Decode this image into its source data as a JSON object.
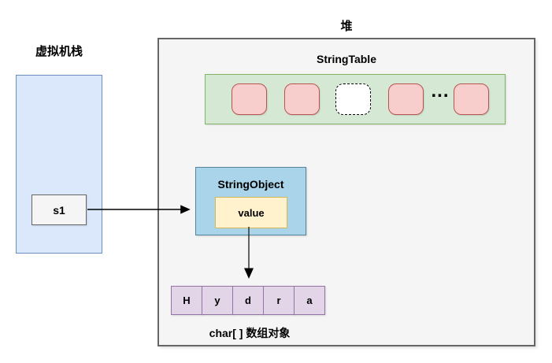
{
  "diagram": {
    "stack": {
      "title": "虚拟机栈",
      "variable": "s1",
      "fill": "#dbe8fc",
      "border": "#6c8ebf",
      "variable_fill": "#f5f5f5",
      "variable_border": "#666666"
    },
    "heap": {
      "title": "堆",
      "fill": "#f5f5f5",
      "border": "#666666"
    },
    "string_table": {
      "label": "StringTable",
      "fill": "#d5e8d4",
      "border": "#82b366",
      "entry_fill": "#f8cecc",
      "entry_border": "#b85450",
      "entries": [
        "filled",
        "filled",
        "empty-dashed",
        "filled",
        "filled"
      ],
      "ellipsis": "..."
    },
    "string_object": {
      "label": "StringObject",
      "fill": "#a9d4e9",
      "border": "#55849e",
      "field": {
        "label": "value",
        "fill": "#fff2cc",
        "border": "#d6b656"
      }
    },
    "char_array": {
      "label": "char[ ] 数组对象",
      "cells": [
        "H",
        "y",
        "d",
        "r",
        "a"
      ],
      "cell_fill": "#e1d5e7",
      "cell_border": "#9673a6"
    },
    "arrows": [
      {
        "from": "s1",
        "to": "StringObject"
      },
      {
        "from": "value",
        "to": "char-array"
      }
    ]
  }
}
